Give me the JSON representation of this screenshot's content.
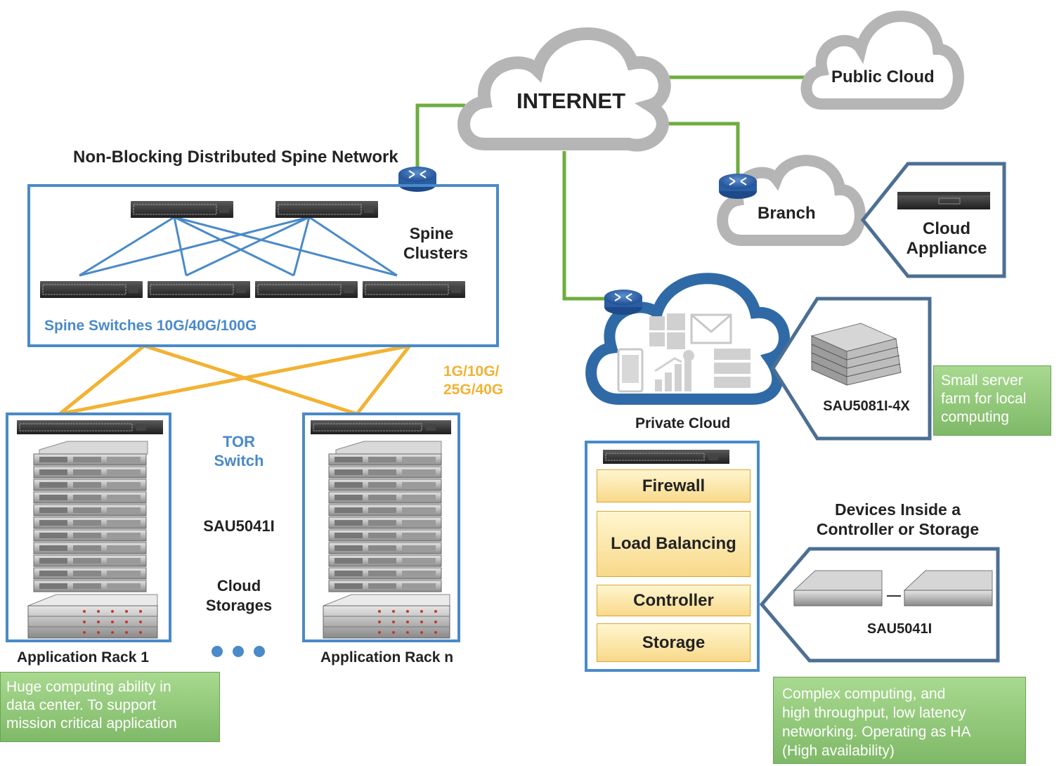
{
  "spine_network": {
    "title": "Non-Blocking Distributed Spine Network",
    "clusters_label_1": "Spine",
    "clusters_label_2": "Clusters",
    "switches_label": "Spine Switches 10G/40G/100G"
  },
  "links": {
    "speed_1": "1G/10G/",
    "speed_2": "25G/40G"
  },
  "racks": {
    "tor_1": "TOR",
    "tor_2": "Switch",
    "server_model": "SAU5041I",
    "storage_1": "Cloud",
    "storage_2": "Storages",
    "rack1_label": "Application Rack 1",
    "rackn_label": "Application Rack n"
  },
  "clouds": {
    "internet": "INTERNET",
    "public": "Public Cloud",
    "branch": "Branch",
    "private": "Private Cloud"
  },
  "appliance": {
    "label_1": "Cloud",
    "label_2": "Appliance"
  },
  "server_farm": {
    "model": "SAU5081I-4X"
  },
  "private_stack": {
    "layers": [
      "Firewall",
      "Load Balancing",
      "Controller",
      "Storage"
    ]
  },
  "devices": {
    "title_1": "Devices Inside a",
    "title_2": "Controller or Storage",
    "model": "SAU5041I"
  },
  "notes": {
    "small_farm": [
      "Small server",
      "farm for local",
      "computing"
    ],
    "huge": [
      "Huge computing ability in",
      "data center. To support",
      "mission critical application"
    ],
    "complex": [
      "Complex computing, and",
      "high throughput, low latency",
      "networking. Operating as HA",
      "(High availability)"
    ]
  },
  "colors": {
    "frame_blue": "#4a8ac8",
    "dark_blue": "#4c6f93",
    "green_line": "#6fad3f",
    "orange_line": "#f2b233",
    "cloud_gray": "#b5b5b5",
    "cloud_blue": "#2f6aa6"
  }
}
